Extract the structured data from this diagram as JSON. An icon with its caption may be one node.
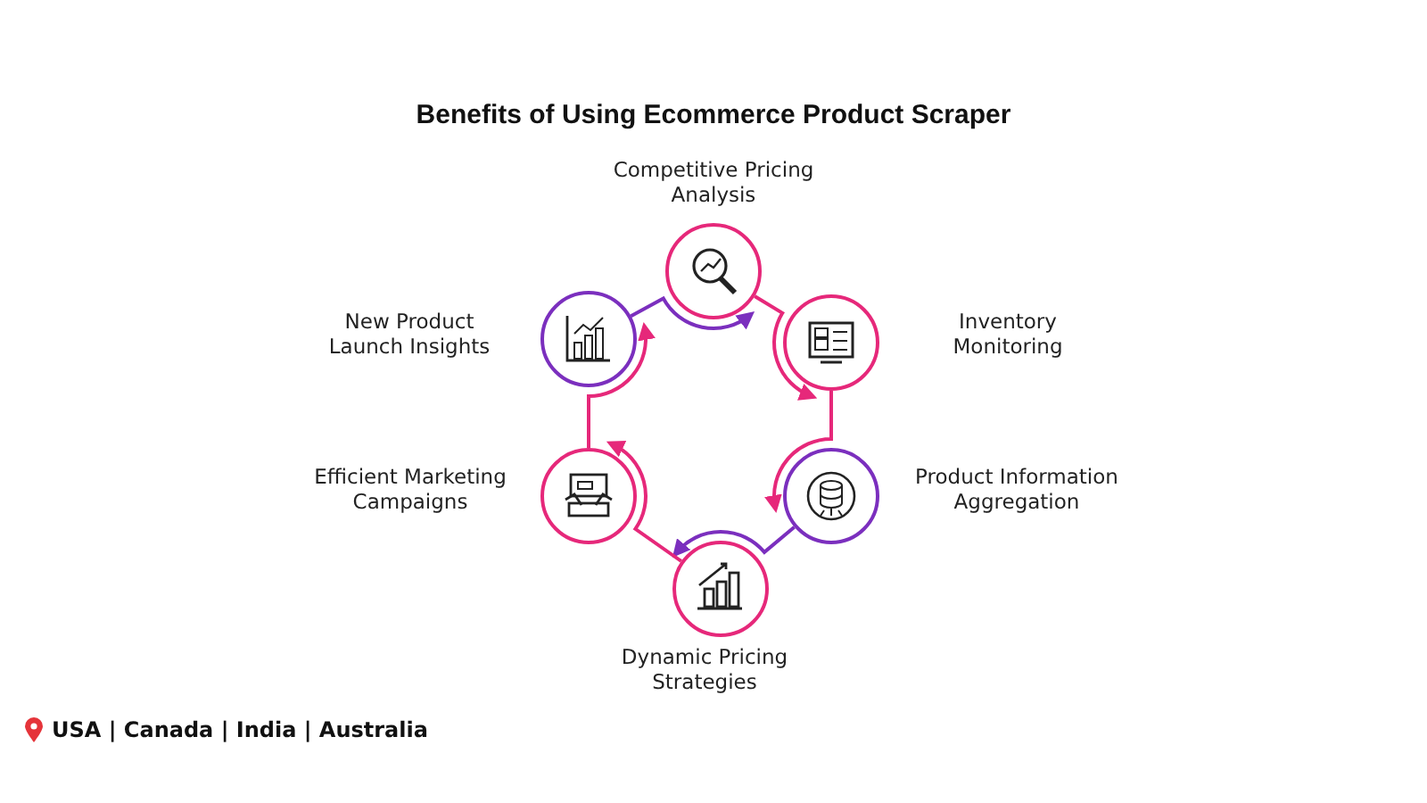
{
  "diagram": {
    "title": "Benefits of Using Ecommerce Product Scraper",
    "nodes": [
      {
        "text": [],
        "shape": "circle",
        "beside": [
          "Competitive Pricing Analysis"
        ]
      },
      {
        "text": [],
        "shape": "circle",
        "beside": [
          "Inventory Monitoring"
        ]
      },
      {
        "text": [],
        "shape": "circle",
        "beside": [
          "Product Information Aggregation"
        ]
      },
      {
        "text": [],
        "shape": "circle",
        "beside": [
          "Dynamic Pricing Strategies"
        ]
      },
      {
        "text": [],
        "shape": "circle",
        "beside": [
          "Efficient Marketing Campaigns"
        ]
      },
      {
        "text": [],
        "shape": "circle",
        "beside": [
          "New Product Launch Insights"
        ]
      }
    ],
    "edges": [
      {
        "from": 0,
        "to": 1,
        "arrow": "to"
      },
      {
        "from": 1,
        "to": 2,
        "arrow": "to"
      },
      {
        "from": 2,
        "to": 3,
        "arrow": "to",
        "color": "#7b2fbe"
      },
      {
        "from": 3,
        "to": 4,
        "arrow": "to"
      },
      {
        "from": 4,
        "to": 5,
        "arrow": "to"
      },
      {
        "from": 5,
        "to": 0,
        "arrow": "to",
        "color": "#7b2fbe"
      }
    ],
    "labels": [
      "USA | Canada | India | Australia"
    ]
  }
}
